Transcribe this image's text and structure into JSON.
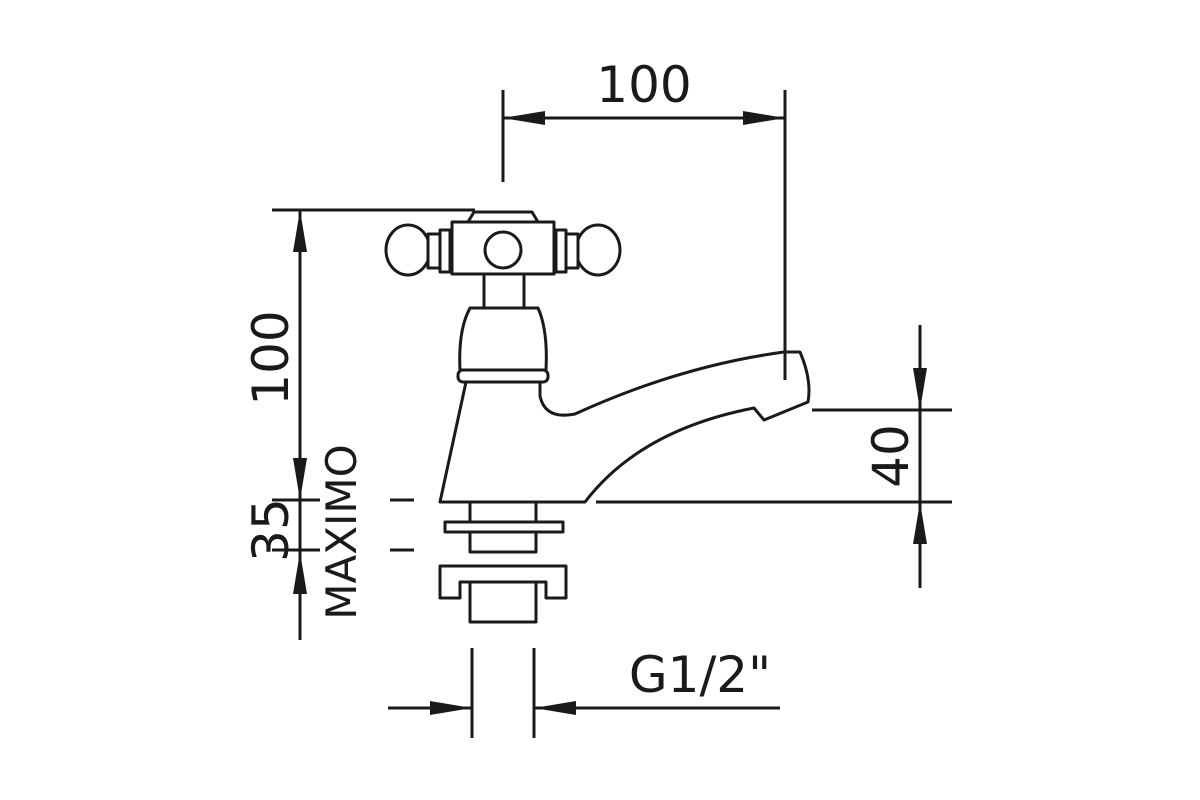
{
  "dimensions": {
    "spout_reach": "100",
    "height": "100",
    "spout_height": "40",
    "max_thickness": "35",
    "max_label": "MAXIMO",
    "thread": "G1/2\""
  },
  "colors": {
    "line": "#1a1a1a",
    "background": "#ffffff"
  }
}
